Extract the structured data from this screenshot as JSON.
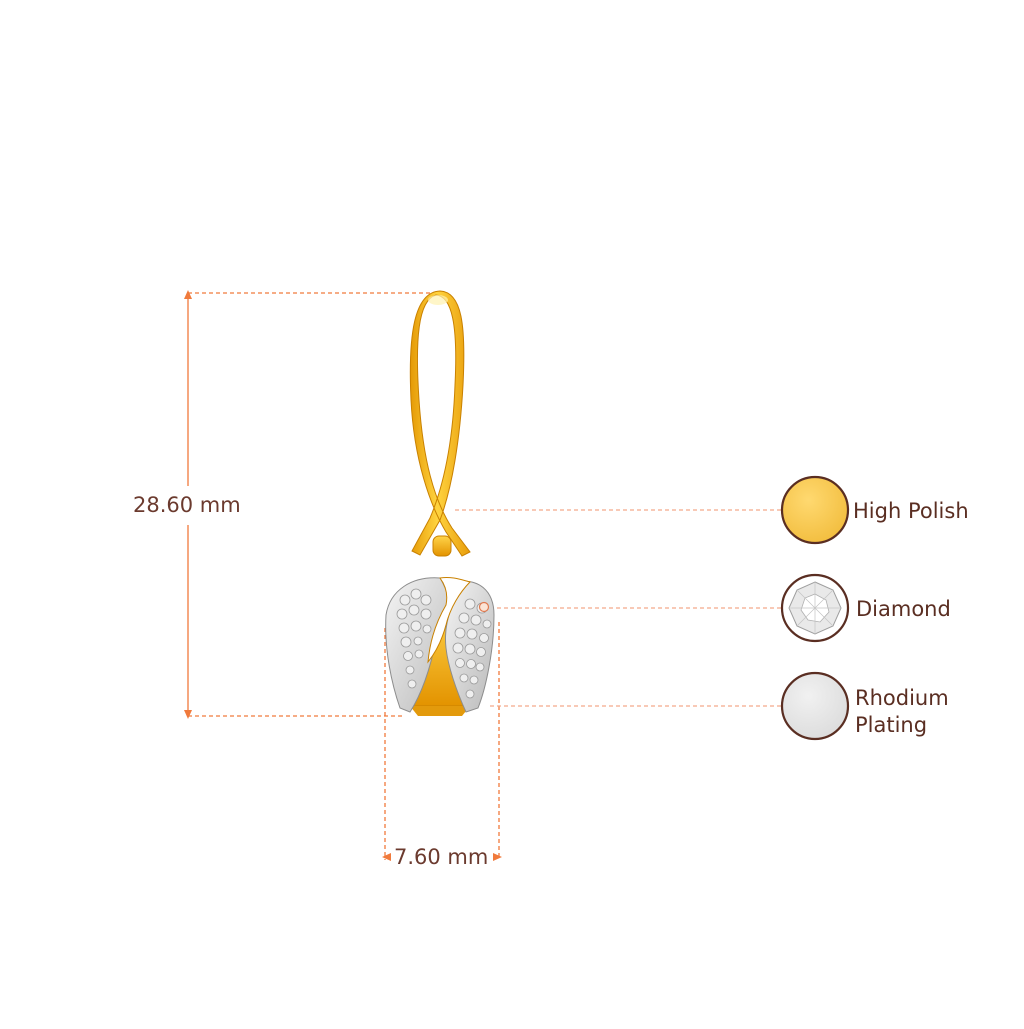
{
  "dimensions": {
    "height_label": "28.60 mm",
    "width_label": "7.60 mm"
  },
  "finishes": [
    {
      "name": "High Polish",
      "icon": "gold-swatch-icon",
      "color": "#f5c84e"
    },
    {
      "name": "Diamond",
      "icon": "diamond-swatch-icon",
      "color": "#d9d9d9"
    },
    {
      "name": "Rhodium",
      "name_line2": "Plating",
      "icon": "rhodium-swatch-icon",
      "color": "#e4e4e4"
    }
  ],
  "colors": {
    "dimension_line": "#f07a3c",
    "label_text": "#5a2e22",
    "swatch_border": "#5a2e22",
    "gold": "#f2b21c"
  }
}
